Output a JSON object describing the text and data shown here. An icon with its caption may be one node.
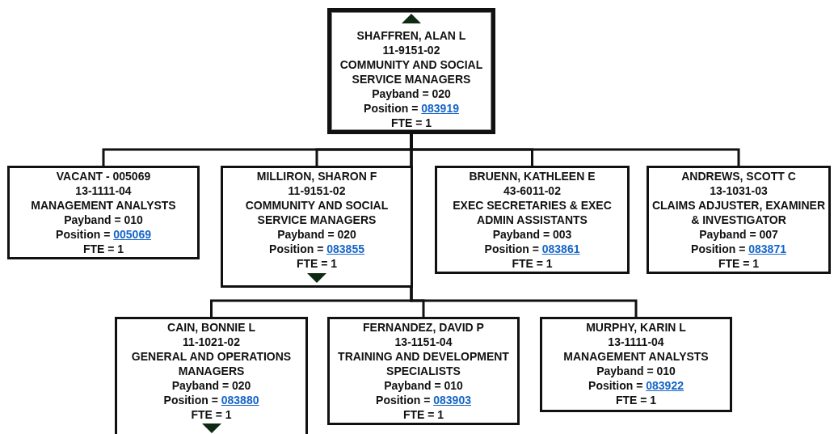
{
  "diagram": {
    "nodes": [
      {
        "text": [
          "SHAFFREN, ALAN L",
          "11-9151-02",
          "COMMUNITY AND SOCIAL SERVICE MANAGERS",
          "Payband = 020",
          "Position =",
          "083919",
          "FTE = 1"
        ]
      },
      {
        "text": [
          "VACANT - 005069",
          "13-1111-04",
          "MANAGEMENT ANALYSTS",
          "Payband = 010",
          "Position =",
          "005069",
          "FTE = 1"
        ]
      },
      {
        "text": [
          "MILLIRON, SHARON F",
          "11-9151-02",
          "COMMUNITY AND SOCIAL SERVICE MANAGERS",
          "Payband = 020",
          "Position =",
          "083855",
          "FTE = 1"
        ]
      },
      {
        "text": [
          "BRUENN, KATHLEEN E",
          "43-6011-02",
          "EXEC SECRETARIES & EXEC ADMIN ASSISTANTS",
          "Payband = 003",
          "Position =",
          "083861",
          "FTE = 1"
        ]
      },
      {
        "text": [
          "ANDREWS, SCOTT C",
          "13-1031-03",
          "CLAIMS ADJUSTER, EXAMINER & INVESTIGATOR",
          "Payband = 007",
          "Position =",
          "083871",
          "FTE = 1"
        ]
      },
      {
        "text": [
          "CAIN, BONNIE L",
          "11-1021-02",
          "GENERAL AND OPERATIONS MANAGERS",
          "Payband = 020",
          "Position =",
          "083880",
          "FTE = 1"
        ]
      },
      {
        "text": [
          "FERNANDEZ, DAVID P",
          "13-1151-04",
          "TRAINING AND DEVELOPMENT SPECIALISTS",
          "Payband = 010",
          "Position =",
          "083903",
          "FTE = 1"
        ]
      },
      {
        "text": [
          "MURPHY, KARIN L",
          "13-1111-04",
          "MANAGEMENT ANALYSTS",
          "Payband = 010",
          "Position =",
          "083922",
          "FTE = 1"
        ]
      }
    ],
    "edges": [
      {
        "from": 0,
        "to": 1,
        "arrow": "none"
      },
      {
        "from": 0,
        "to": 2,
        "arrow": "none"
      },
      {
        "from": 0,
        "to": 3,
        "arrow": "none"
      },
      {
        "from": 0,
        "to": 4,
        "arrow": "none"
      },
      {
        "from": 0,
        "to": 5,
        "arrow": "none"
      },
      {
        "from": 0,
        "to": 6,
        "arrow": "none"
      },
      {
        "from": 0,
        "to": 7,
        "arrow": "none"
      }
    ]
  }
}
